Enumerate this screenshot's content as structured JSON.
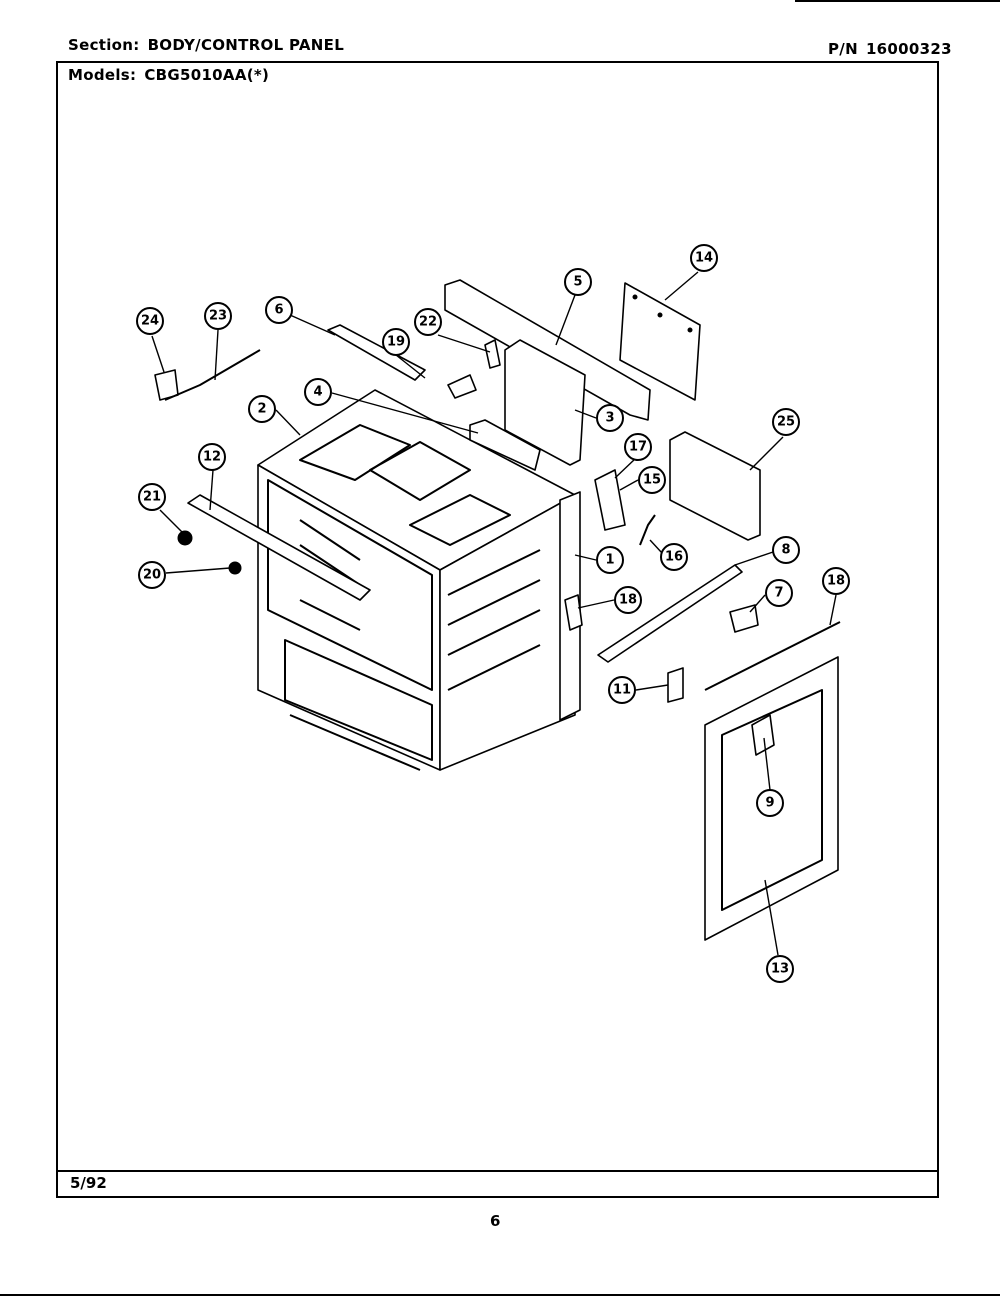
{
  "header": {
    "section_label": "Section:",
    "section_value": "BODY/CONTROL PANEL",
    "pn_label": "P/N",
    "pn_value": "16000323",
    "models_label": "Models:",
    "models_value": "CBG5010AA(*)"
  },
  "footer": {
    "date": "5/92",
    "page_number": "6"
  },
  "callouts": [
    "1",
    "2",
    "3",
    "4",
    "5",
    "6",
    "7",
    "8",
    "9",
    "11",
    "12",
    "13",
    "14",
    "15",
    "16",
    "17",
    "18",
    "18",
    "19",
    "20",
    "21",
    "22",
    "23",
    "24",
    "25"
  ]
}
